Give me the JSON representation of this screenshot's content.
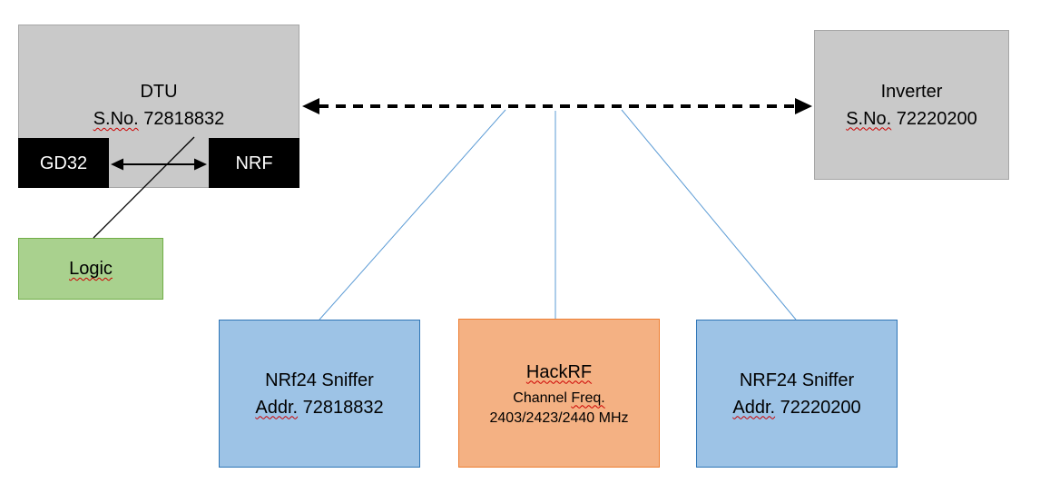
{
  "diagram": {
    "dtu": {
      "title": "DTU",
      "serial_prefix": "S.No.",
      "serial_number": "72818832"
    },
    "gd32_label": "GD32",
    "nrf_label": "NRF",
    "logic_label": "Logic",
    "inverter": {
      "title": "Inverter",
      "serial_prefix": "S.No.",
      "serial_number": "72220200"
    },
    "sniffer_left": {
      "title": "NRf24 Sniffer",
      "addr_prefix": "Addr.",
      "addr_number": "72818832"
    },
    "hackrf": {
      "title": "HackRF",
      "channel_label": "Channel",
      "freq_label": "Freq.",
      "frequencies": "2403/2423/2440 MHz"
    },
    "sniffer_right": {
      "title": "NRF24 Sniffer",
      "addr_prefix": "Addr.",
      "addr_number": "72220200"
    },
    "colors": {
      "gray_fill": "#c9c9c9",
      "gray_border": "#a6a6a6",
      "black_fill": "#000000",
      "green_fill": "#a9d18e",
      "green_border": "#70ad47",
      "blue_fill": "#9dc3e6",
      "blue_border": "#2e75b6",
      "orange_fill": "#f4b183",
      "orange_border": "#ed7d31",
      "connector_blue": "#5b9bd5",
      "arrow_black": "#000000",
      "squiggle_red": "#cc0000"
    }
  }
}
